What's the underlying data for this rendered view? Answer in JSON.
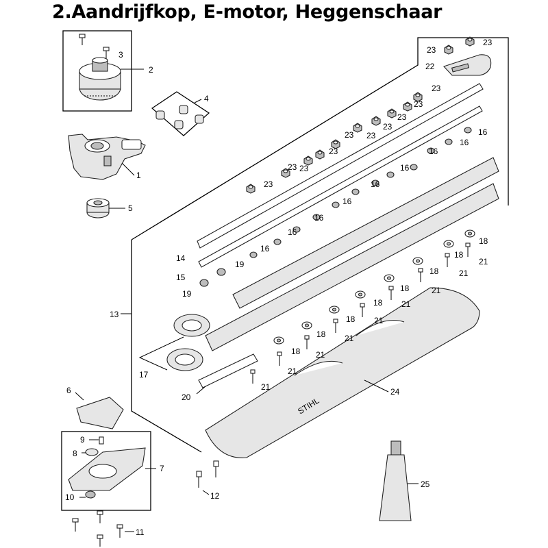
{
  "title": "2.Aandrijfkop, E-motor, Heggenschaar",
  "callouts": {
    "c1": "1",
    "c2": "2",
    "c3": "3",
    "c4": "4",
    "c5": "5",
    "c6": "6",
    "c7": "7",
    "c8": "8",
    "c9": "9",
    "c10": "10",
    "c11": "11",
    "c12": "12",
    "c13": "13",
    "c14": "14",
    "c15": "15",
    "c17": "17",
    "c20": "20",
    "c22": "22",
    "c24": "24",
    "c25": "25",
    "c16": "16",
    "c18": "18",
    "c19": "19",
    "c21": "21",
    "c23": "23"
  },
  "brand_on_cover": "STIHL"
}
